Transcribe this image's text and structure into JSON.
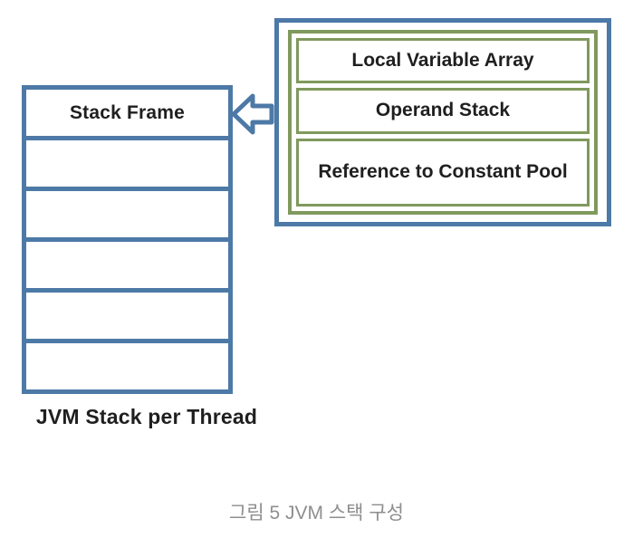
{
  "diagram": {
    "left_stack": {
      "top_cell_label": "Stack Frame",
      "empty_cell_count": 5,
      "label": "JVM Stack per Thread"
    },
    "frame_box": {
      "cells": [
        "Local Variable Array",
        "Operand Stack",
        "Reference to Constant Pool"
      ]
    },
    "arrow": "left-block-arrow",
    "colors": {
      "blue": "#4d79a7",
      "green": "#80995d",
      "text": "#1f1f1f",
      "caption_gray": "#8e8e8e"
    }
  },
  "caption": "그림 5 JVM 스택 구성"
}
